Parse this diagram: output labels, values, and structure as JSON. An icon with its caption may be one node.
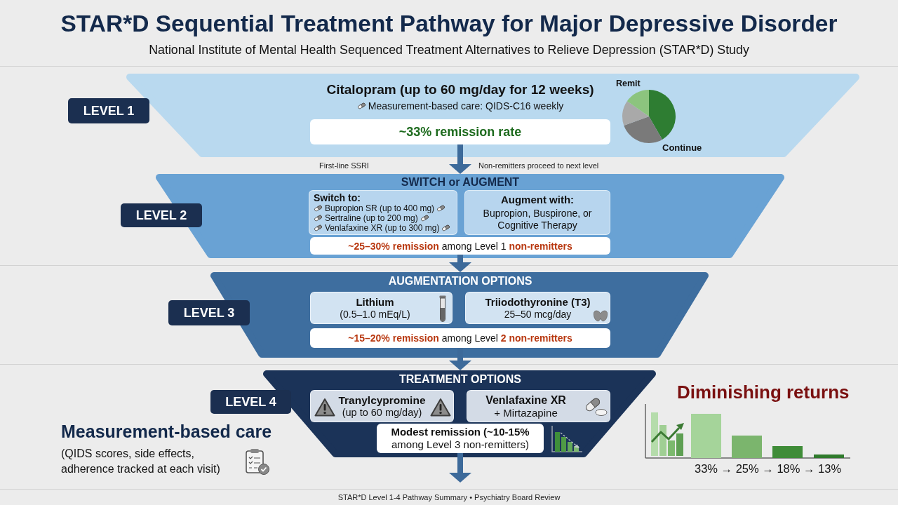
{
  "diagram": {
    "title": "STAR*D Sequential Treatment Pathway for Major Depressive Disorder",
    "caption": "STAR*D Level 1-4 Pathway Summary • Psychiatry Board Review",
    "nodes": [
      {
        "text": [
          "Citalopram (up to 60 mg/day for 12 weeks)",
          "Measurement-based care: QIDS-C16 weekly"
        ]
      },
      {
        "text": [
          "LEVEL 1"
        ]
      },
      {
        "text": [
          "~33% remission rate"
        ],
        "in": 0
      },
      {
        "text": [
          "SWITCH or AUGMENT"
        ]
      },
      {
        "text": [
          "LEVEL 2"
        ]
      },
      {
        "text": [
          "Switch to:",
          "Bupropion SR (up to 400 mg)",
          "Sertraline (up to 200 mg)",
          "Venlafaxine XR (up to 300 mg)"
        ],
        "in": 3
      },
      {
        "text": [
          "Augment with:",
          "Bupropion, Buspirone, or Cognitive Therapy"
        ],
        "in": 3
      },
      {
        "text": [
          "**~25–30% remission** among Level 1 **non-remitters**"
        ],
        "in": 3
      },
      {
        "text": [
          "AUGMENTATION OPTIONS"
        ]
      },
      {
        "text": [
          "LEVEL 3"
        ]
      },
      {
        "text": [
          "Lithium",
          "(0.5–1.0 mEq/L)"
        ],
        "in": 8
      },
      {
        "text": [
          "Triiodothyronine (T3)",
          "25–50 mcg/day"
        ],
        "in": 8
      },
      {
        "text": [
          "**~15–20% remission** among Level **2 non-remitters**"
        ],
        "in": 8
      },
      {
        "text": [
          "TREATMENT OPTIONS"
        ]
      },
      {
        "text": [
          "LEVEL 4"
        ]
      },
      {
        "text": [
          "Tranylcypromine",
          "(up to 60 mg/day)"
        ],
        "in": 13
      },
      {
        "text": [
          "Venlafaxine XR",
          "+ Mirtazapine"
        ],
        "in": 13
      },
      {
        "text": [
          "**Modest remission (~10-15%** among Level 3 non-remitters)"
        ],
        "in": 13
      }
    ],
    "edges": [
      {
        "from": 2,
        "to": 3,
        "arrow": "to",
        "label": "Non-remitters proceed to next level"
      },
      {
        "from": 7,
        "to": 8,
        "arrow": "to"
      },
      {
        "from": 12,
        "to": 13,
        "arrow": "to"
      },
      {
        "from": 17,
        "to": null,
        "arrow": "to"
      }
    ],
    "labels": [
      "National Institute of Mental Health Sequenced Treatment Alternatives to Relieve Depression (STAR*D) Study",
      "Remit",
      "Continue",
      "First-line SSRI",
      "Diminishing returns",
      "Measurement-based care",
      "(QIDS scores, side effects, adherence tracked at each visit)",
      "33% → 25% → 18% → 13%"
    ]
  }
}
